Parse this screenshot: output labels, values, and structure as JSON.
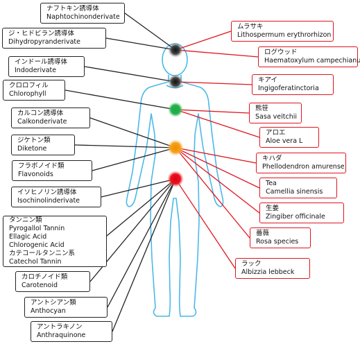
{
  "left_boxes": [
    {
      "lines": [
        "ナフトキン誘導体",
        "Naphtochinonderivate"
      ]
    },
    {
      "lines": [
        "ジ・ヒドビラン誘導体",
        "Dihydropyranderivate"
      ]
    },
    {
      "lines": [
        "インドール誘導体",
        "Indoderivate"
      ]
    },
    {
      "lines": [
        "クロロフィル",
        "Chlorophyll"
      ]
    },
    {
      "lines": [
        "カルコン誘導体",
        "Calkonderivate"
      ]
    },
    {
      "lines": [
        "ジケトン類",
        "Diketone"
      ]
    },
    {
      "lines": [
        "フラボノイド類",
        "Flavonoids"
      ]
    },
    {
      "lines": [
        "イソヒノリン誘導体",
        "Isochinolinderivate"
      ]
    },
    {
      "lines": [
        "タンニン類",
        "Pyrogallol Tannin",
        "Ellagic Acid",
        "Chlorogenic Acid",
        "カテコールタンニン系",
        "Catechol Tannin"
      ]
    },
    {
      "lines": [
        "カロチノイド類",
        "Carotenoid"
      ]
    },
    {
      "lines": [
        "アントシアン類",
        "Anthocyan"
      ]
    },
    {
      "lines": [
        "アントラキノン",
        "Anthraquinone"
      ]
    }
  ],
  "right_boxes": [
    {
      "lines": [
        "ムラサキ",
        "Lithospermum erythrorhizon"
      ]
    },
    {
      "lines": [
        "ログウッド",
        "Haematoxylum campechianum"
      ]
    },
    {
      "lines": [
        "キアイ",
        "Ingigoferatinctoria"
      ]
    },
    {
      "lines": [
        "熊笹",
        "Sasa veitchii"
      ]
    },
    {
      "lines": [
        "アロエ",
        "Aloe vera L"
      ]
    },
    {
      "lines": [
        "キハダ",
        "Phellodendron amurense"
      ]
    },
    {
      "lines": [
        "Tea",
        "Camellia sinensis"
      ]
    },
    {
      "lines": [
        "生姜",
        "Zingiber officinale"
      ]
    },
    {
      "lines": [
        "薔薇",
        "Rosa species"
      ]
    },
    {
      "lines": [
        "ラック",
        "Albizzia lebbeck"
      ]
    }
  ],
  "colors": {
    "black_border": "#222222",
    "red_border": "#e0141e",
    "body_outline": "#4ab8e8",
    "dot_black": "#333333",
    "dot_green": "#22b24c",
    "dot_orange": "#f29a17",
    "dot_red": "#e4141e"
  }
}
